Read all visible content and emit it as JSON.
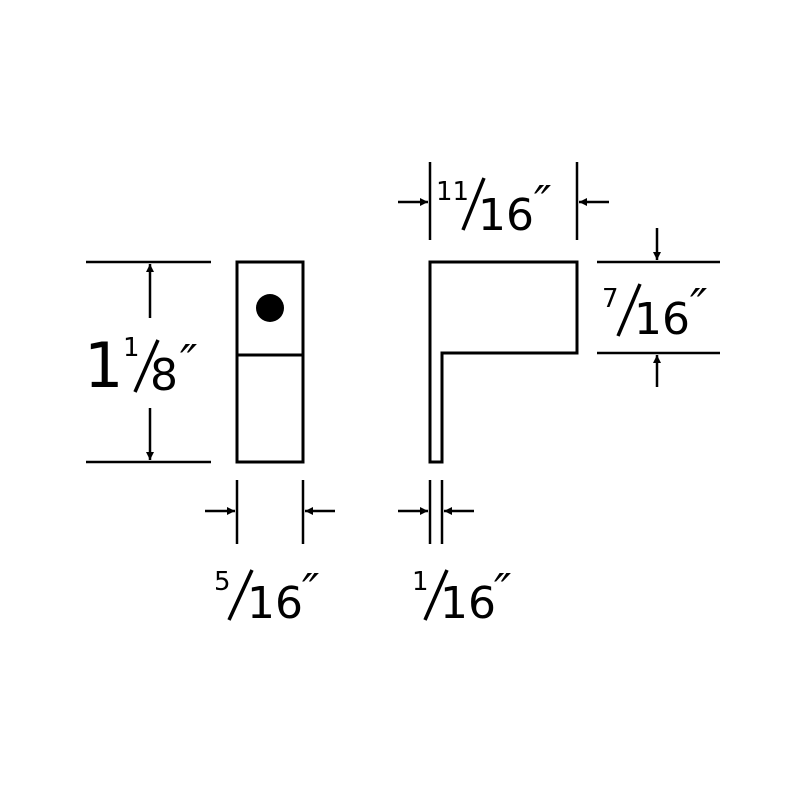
{
  "diagram": {
    "stroke_color": "#000000",
    "background": "#ffffff",
    "front_view": {
      "height_label": {
        "whole": "1",
        "numerator": "1",
        "denominator": "8",
        "unit": "″"
      },
      "width_label": {
        "numerator": "5",
        "denominator": "16",
        "unit": "″"
      }
    },
    "side_view": {
      "top_width_label": {
        "numerator": "11",
        "denominator": "16",
        "unit": "″"
      },
      "flange_height_label": {
        "numerator": "7",
        "denominator": "16",
        "unit": "″"
      },
      "thickness_label": {
        "numerator": "1",
        "denominator": "16",
        "unit": "″"
      }
    }
  }
}
